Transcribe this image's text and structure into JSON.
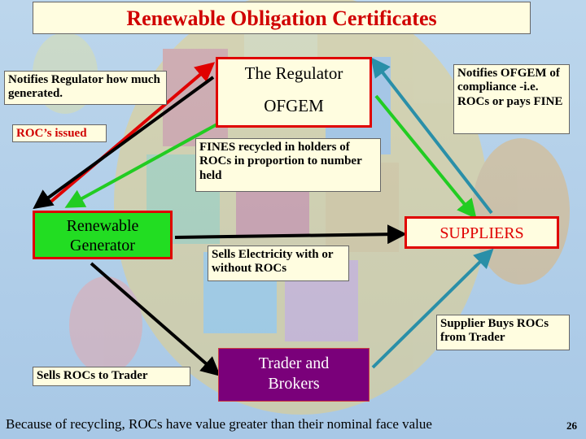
{
  "title": "Renewable Obligation Certificates",
  "notes": {
    "notifies_regulator": "Notifies Regulator how much generated.",
    "rocs_issued": "ROC’s issued",
    "notifies_ofgem": "Notifies OFGEM of compliance -i.e. ROCs or pays FINE",
    "fines_recycled": "FINES recycled in holders of ROCs in proportion to number held",
    "sells_electricity": "Sells Electricity with or without ROCs",
    "supplier_buys": "Supplier Buys ROCs from Trader",
    "sells_rocs": "Sells ROCs to Trader"
  },
  "nodes": {
    "regulator_line1": "The Regulator",
    "regulator_line2": "OFGEM",
    "generator_line1": "Renewable",
    "generator_line2": "Generator",
    "suppliers": "SUPPLIERS",
    "trader_line1": "Trader and",
    "trader_line2": "Brokers"
  },
  "footer": "Because of recycling,  ROCs have value greater than their nominal face value",
  "page_number": "26",
  "colors": {
    "red_arrow": "#e00000",
    "green_arrow": "#22cc22",
    "blue_arrow": "#2a8fa8",
    "black_arrow": "#000000",
    "title_text": "#d00000",
    "generator_fill": "#22dd22",
    "trader_fill": "#7a007a",
    "note_fill": "#fffde0"
  }
}
